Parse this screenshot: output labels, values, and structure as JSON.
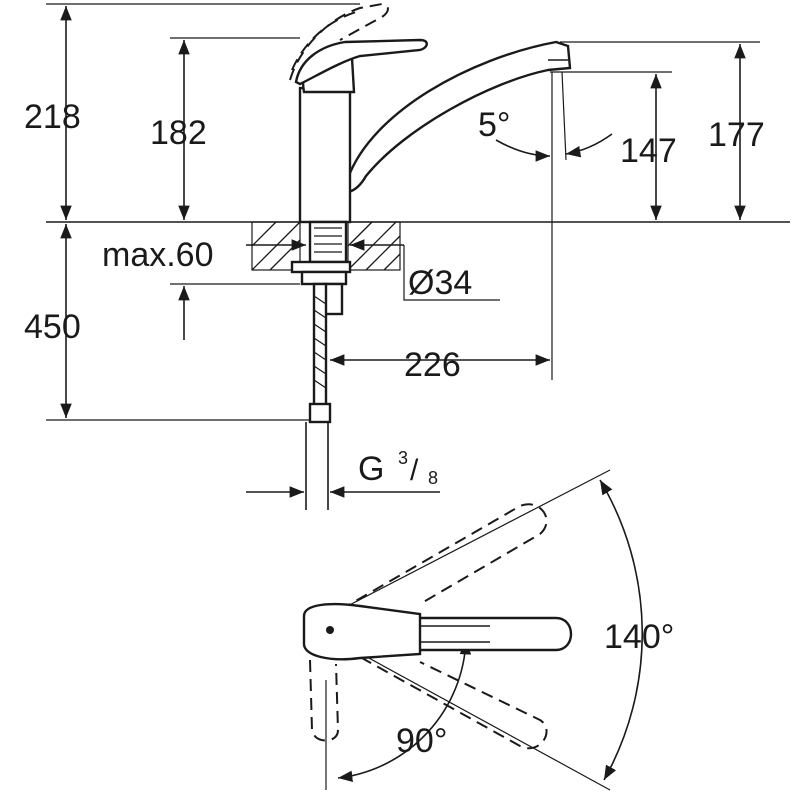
{
  "dimensions": {
    "total_height": "218",
    "lever_height": "182",
    "spout_height_max": "177",
    "spout_height": "147",
    "spout_angle": "5°",
    "max_thickness": "max.60",
    "hole_diameter": "Ø34",
    "projection": "226",
    "hose_length": "450",
    "connection_prefix": "G",
    "connection_num": "3",
    "connection_sep": "/",
    "connection_den": "8",
    "swivel_angle": "140°",
    "lever_angle": "90°"
  },
  "colors": {
    "line": "#1a1a1a",
    "background": "#ffffff"
  }
}
